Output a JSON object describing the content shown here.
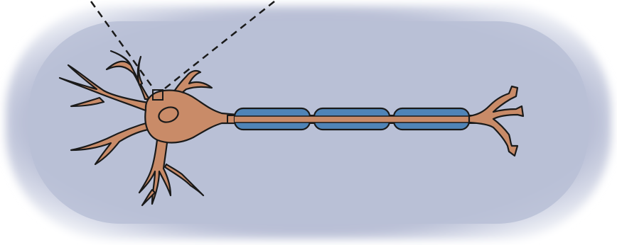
{
  "diagram": {
    "subject": "neuron",
    "parts": [
      {
        "id": "background-capsule",
        "role": "tissue"
      },
      {
        "id": "cell-body",
        "role": "soma"
      },
      {
        "id": "nucleus",
        "role": "nucleus"
      },
      {
        "id": "dendrites",
        "role": "dendrite"
      },
      {
        "id": "axon",
        "role": "axon"
      },
      {
        "id": "myelin-sheaths",
        "role": "myelin",
        "count": 3
      },
      {
        "id": "axon-terminals",
        "role": "terminal",
        "count": 4
      },
      {
        "id": "zoom-box",
        "role": "magnification-marker"
      }
    ],
    "colors": {
      "background_center": "#b9bfd6",
      "background_edge": "#ffffff",
      "cell": "#c98b68",
      "outline": "#1a1a1a",
      "myelin": "#4f84b7",
      "zoom_lines": "#1a1a1a"
    }
  }
}
